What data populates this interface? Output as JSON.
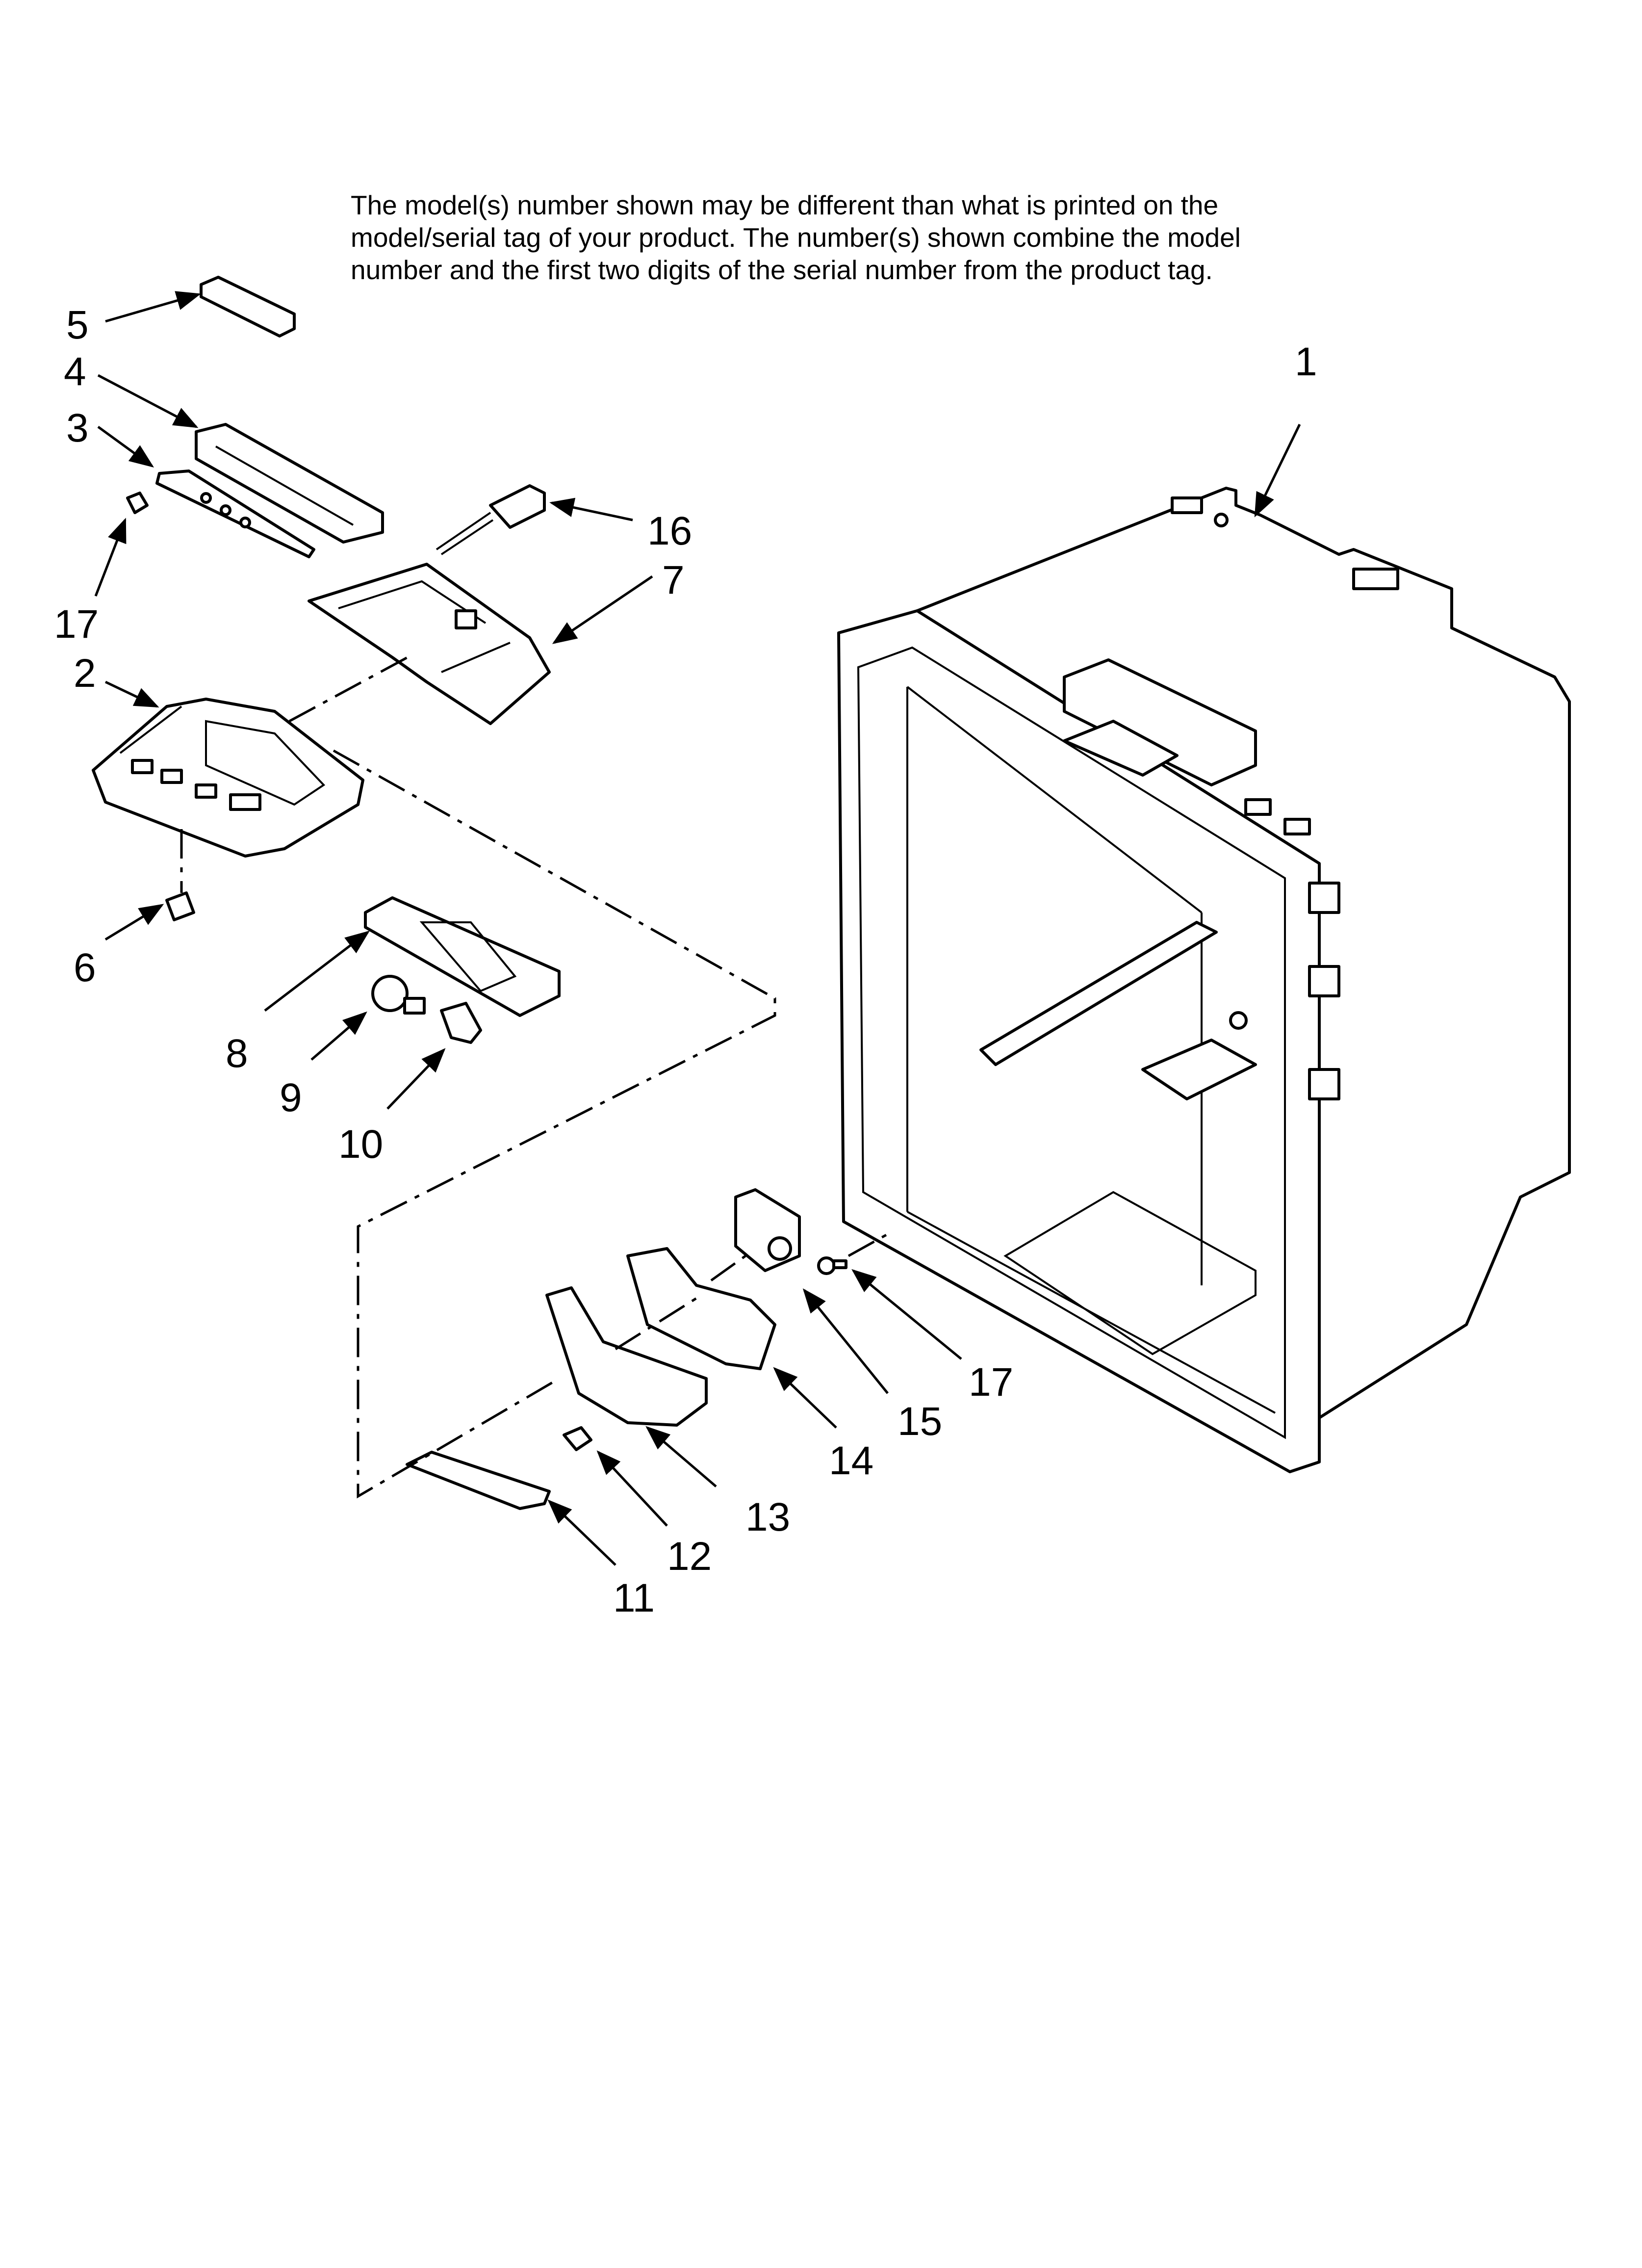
{
  "note": {
    "lines": [
      "The model(s) number shown may be different than what is printed on the",
      "model/serial tag of your product. The number(s) shown combine the model",
      "number and the first two digits of the serial number from the product tag."
    ]
  },
  "callouts": {
    "c1": "1",
    "c2": "2",
    "c3": "3",
    "c4": "4",
    "c5": "5",
    "c6": "6",
    "c7": "7",
    "c8": "8",
    "c9": "9",
    "c10": "10",
    "c11": "11",
    "c12": "12",
    "c13": "13",
    "c14": "14",
    "c15": "15",
    "c16": "16",
    "c17a": "17",
    "c17b": "17"
  }
}
